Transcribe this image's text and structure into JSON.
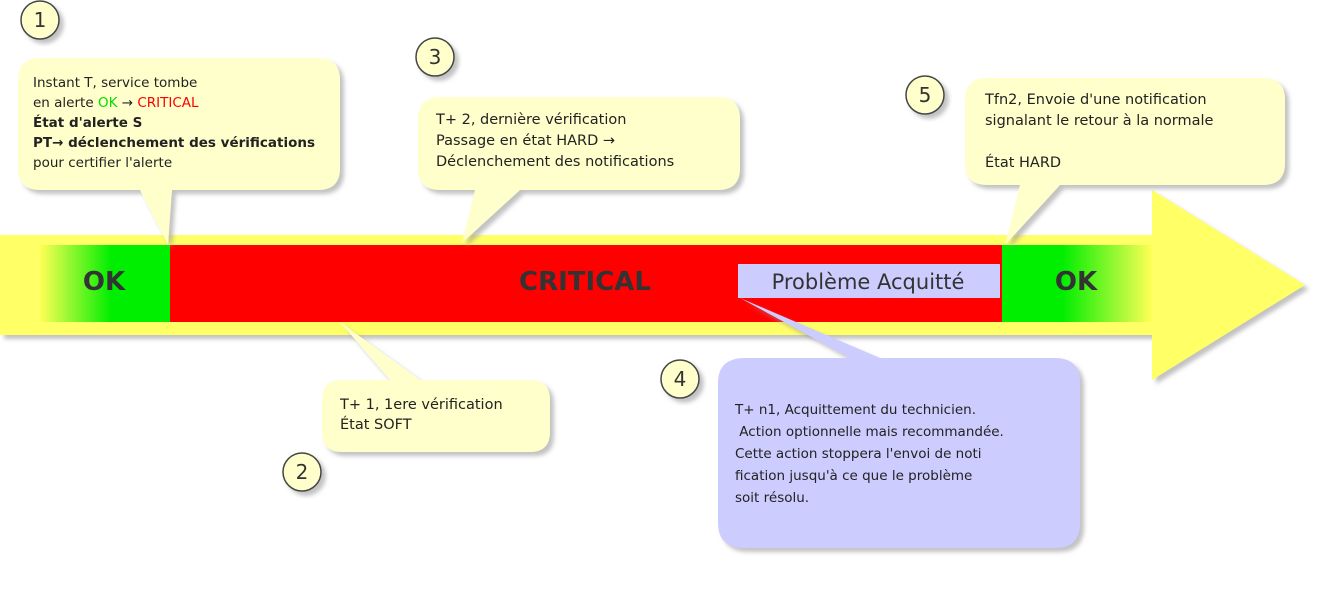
{
  "states": {
    "ok_left": "OK",
    "critical": "CRITICAL",
    "acknowledged": "Problème Acquitté",
    "ok_right": "OK"
  },
  "steps": [
    {
      "number": "1",
      "lines": [
        "Instant T, service tombe",
        "en alerte ",
        "État d'alerte S",
        "PT→ déclenchement des vérifications",
        "pour certifier l'alerte"
      ],
      "ok": "OK",
      "arrow": " → ",
      "critical": "CRITICAL"
    },
    {
      "number": "2",
      "lines": [
        "T+ 1, 1ere vérification",
        "État SOFT"
      ]
    },
    {
      "number": "3",
      "lines": [
        "T+ 2, dernière vérification",
        "Passage en état HARD →",
        "Déclenchement des notifications"
      ]
    },
    {
      "number": "4",
      "lines": [
        "T+ n1, Acquittement du technicien.",
        " Action optionnelle mais recommandée.",
        "Cette action stoppera l'envoi de noti",
        "fication jusqu'à ce que le problème",
        "soit résolu."
      ]
    },
    {
      "number": "5",
      "lines": [
        "Tfn2, Envoie d'une notification",
        "signalant le retour à la normale",
        "",
        "État HARD"
      ]
    }
  ],
  "colors": {
    "ok": "#00ee00",
    "critical": "#ff0000",
    "band": "#ffff66",
    "callout": "#ffffcc",
    "ack": "#ccccff"
  }
}
